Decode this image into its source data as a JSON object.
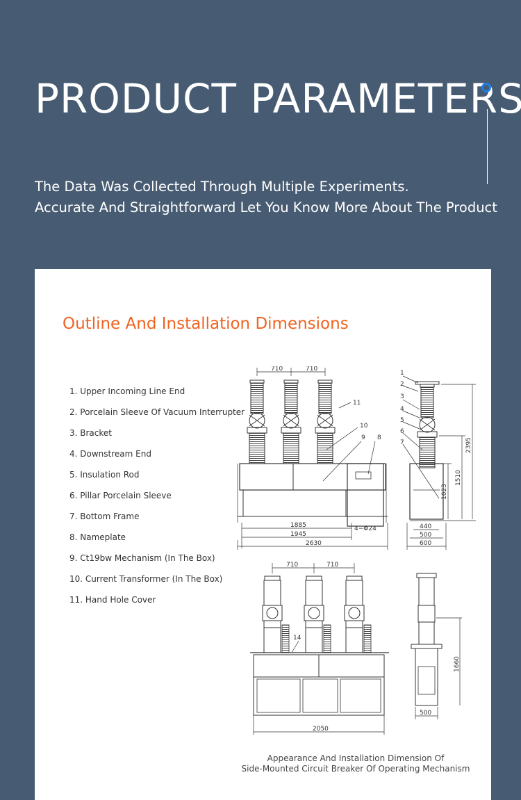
{
  "header": {
    "title": "PRODUCT PARAMETERS",
    "subtitle_line1": "The Data Was Collected Through Multiple Experiments.",
    "subtitle_line2": "Accurate And Straightforward Let You Know More About The Product"
  },
  "section": {
    "title": "Outline And Installation Dimensions",
    "legend": [
      "1. Upper Incoming Line End",
      "2. Porcelain Sleeve Of Vacuum Interrupter",
      "3. Bracket",
      "4. Downstream End",
      "5. Insulation Rod",
      "6. Pillar Porcelain Sleeve",
      "7. Bottom Frame",
      "8. Nameplate",
      "9. Ct19bw Mechanism (In The Box)",
      "10. Current Transformer (In The Box)",
      "11. Hand Hole Cover"
    ],
    "caption_line1": "Appearance And Installation Dimension Of",
    "caption_line2": "Side-Mounted Circuit Breaker Of Operating Mechanism"
  },
  "drawing": {
    "top_front": {
      "spacing_left": "710",
      "spacing_right": "710",
      "dim_1885": "1885",
      "dim_1945": "1945",
      "dim_2630": "2630",
      "bolt": "4−Φ24",
      "callout_11": "11",
      "callout_10": "10",
      "callout_9": "9",
      "callout_8": "8"
    },
    "top_side": {
      "c1": "1",
      "c2": "2",
      "c3": "3",
      "c4": "4",
      "c5": "5",
      "c6": "6",
      "c7": "7",
      "dim_2395": "2395",
      "dim_1510": "1510",
      "dim_1023": "1023",
      "dim_440": "440",
      "dim_500": "500",
      "dim_600": "600"
    },
    "bottom_front": {
      "spacing_left": "710",
      "spacing_right": "710",
      "callout_14": "14",
      "dim_2050": "2050"
    },
    "bottom_side": {
      "dim_1660": "1660",
      "dim_500": "500"
    }
  }
}
